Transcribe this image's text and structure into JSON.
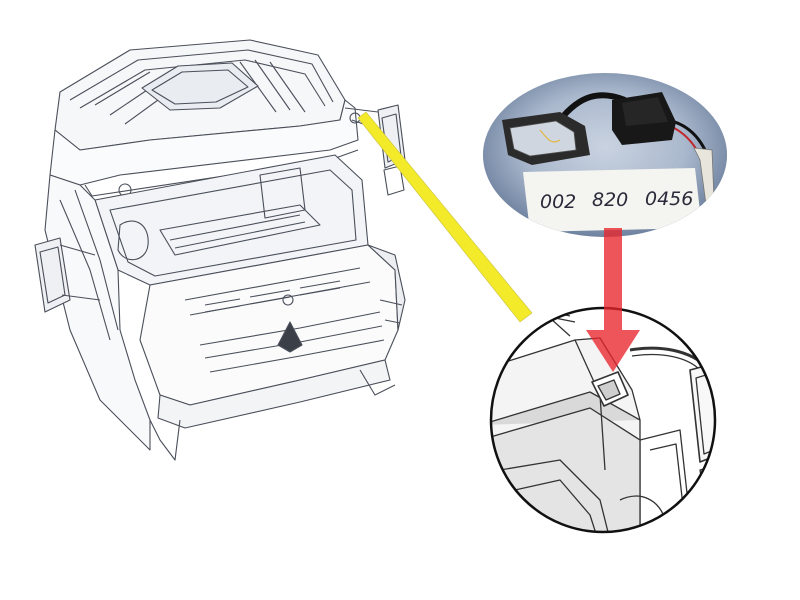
{
  "diagram": {
    "part_number": [
      "002",
      "820",
      "0456"
    ],
    "colors": {
      "leader_line": "#f3ea2a",
      "pointer_arrow": "#e8252b",
      "line_art": "#4a4f5a",
      "photo_background": "#2f4a72"
    },
    "icons": {
      "truck_cab": "truck-cab-line-drawing",
      "lamp_photo": "marker-lamp-photo",
      "detail_view": "magnified-detail-view"
    }
  }
}
